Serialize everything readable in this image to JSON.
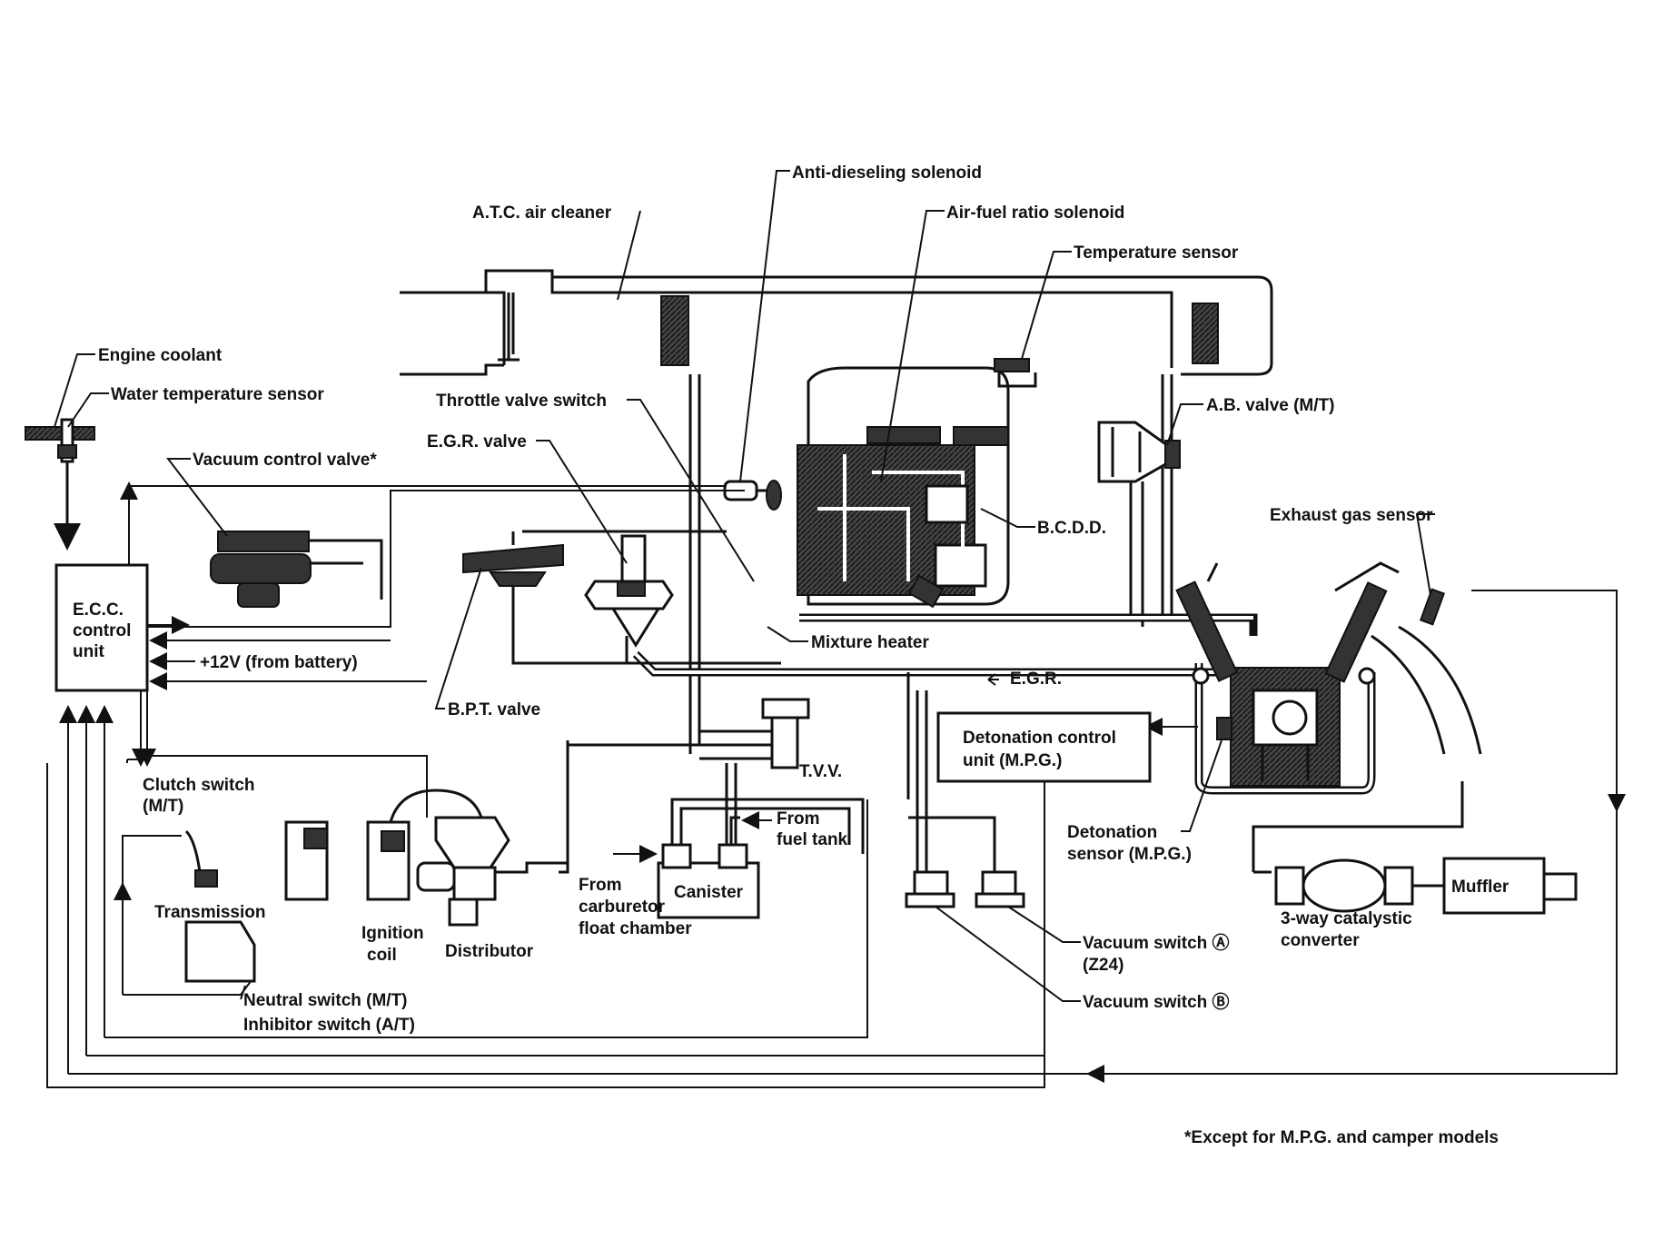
{
  "labels": {
    "anti_dieseling_solenoid": "Anti-dieseling solenoid",
    "air_fuel_ratio_solenoid": "Air-fuel ratio solenoid",
    "atc_air_cleaner": "A.T.C. air cleaner",
    "temperature_sensor": "Temperature sensor",
    "engine_coolant": "Engine coolant",
    "water_temperature_sensor": "Water temperature sensor",
    "throttle_valve_switch": "Throttle valve switch",
    "ab_valve": "A.B. valve (M/T)",
    "egr_valve": "E.G.R. valve",
    "vacuum_control_valve": "Vacuum control valve*",
    "bcdd": "B.C.D.D.",
    "exhaust_gas_sensor": "Exhaust gas sensor",
    "ecc_line1": "E.C.C.",
    "ecc_line2": "control",
    "ecc_line3": "unit",
    "battery": "+12V (from battery)",
    "mixture_heater": "Mixture heater",
    "egr_flow": "E.G.R.",
    "bpt_valve": "B.P.T. valve",
    "tvv": "T.V.V.",
    "detonation_control_line1": "Detonation control",
    "detonation_control_line2": "unit (M.P.G.)",
    "clutch_switch_line1": "Clutch switch",
    "clutch_switch_line2": "(M/T)",
    "from_fuel_tank_line1": "From",
    "from_fuel_tank_line2": "fuel tank",
    "transmission": "Transmission",
    "canister": "Canister",
    "from_carb_line1": "From",
    "from_carb_line2": "carburetor",
    "from_carb_line3": "float chamber",
    "ignition_coil_line1": "Ignition",
    "ignition_coil_line2": "coil",
    "distributor": "Distributor",
    "detonation_sensor_line1": "Detonation",
    "detonation_sensor_line2": "sensor (M.P.G.)",
    "muffler": "Muffler",
    "catalytic_line1": "3-way catalystic",
    "catalytic_line2": "converter",
    "vacuum_switch_a_line1": "Vacuum switch Ⓐ",
    "vacuum_switch_a_line2": "(Z24)",
    "vacuum_switch_b": "Vacuum switch Ⓑ",
    "neutral_switch": "Neutral switch (M/T)",
    "inhibitor_switch": "Inhibitor switch (A/T)",
    "footnote": "*Except for M.P.G. and camper models"
  }
}
